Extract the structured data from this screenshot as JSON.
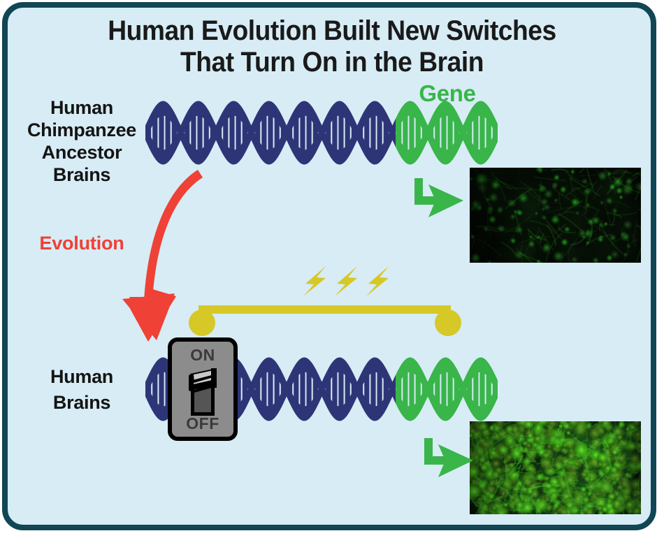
{
  "figure": {
    "title_line1": "Human Evolution Built New Switches",
    "title_line2": "That Turn On in the Brain",
    "background_color": "#d7ecf5",
    "frame_color": "#114654"
  },
  "labels": {
    "ancestor": {
      "line1": "Human",
      "line2": "Chimpanzee",
      "line3": "Ancestor",
      "line4": "Brains"
    },
    "human": {
      "line1": "Human",
      "line2": "Brains"
    },
    "evolution": "Evolution",
    "gene": "Gene"
  },
  "colors": {
    "dna_backbone": "#2e3577",
    "gene": "#39b54a",
    "evolution_arrow": "#ef4136",
    "enhancer": "#d6c826",
    "switch_plate": "#8c8c8c",
    "text": "#141414"
  },
  "switch": {
    "on_label": "ON",
    "off_label": "OFF",
    "state": "ON"
  },
  "panels": {
    "top": {
      "row_label": "Human Chimpanzee Ancestor Brains",
      "dna_segments": [
        "backbone",
        "gene"
      ],
      "expression": "low",
      "micrograph_description": "Dark field with sparse faint green fluorescent cells"
    },
    "bottom": {
      "row_label": "Human Brains",
      "dna_segments": [
        "backbone",
        "gene"
      ],
      "enhancer_present": true,
      "expression": "high",
      "micrograph_description": "Dense bright green fluorescent cells across the field"
    }
  },
  "icons": {
    "lightning_count": 3,
    "evolution_arrow": "curved-arrow-down-left",
    "expression_arrow": "elbow-arrow-right"
  }
}
